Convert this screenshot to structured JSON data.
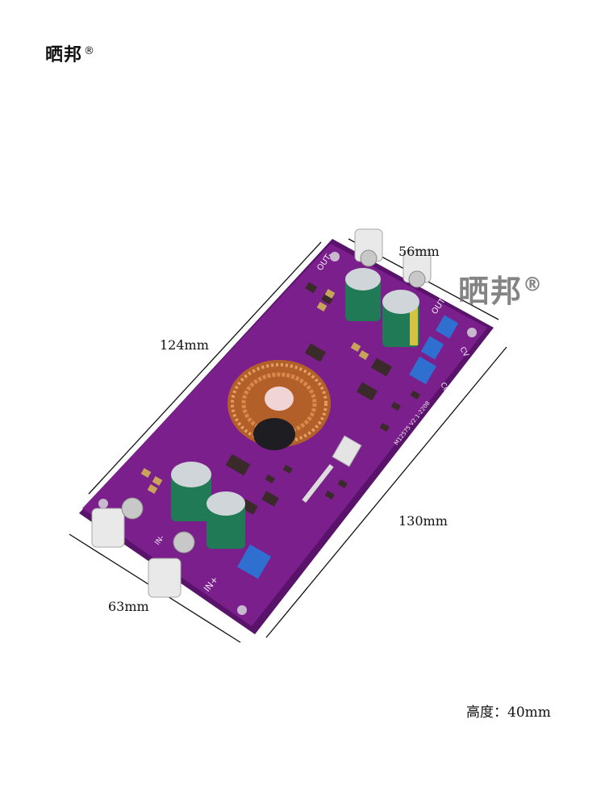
{
  "brand": {
    "logo_text": "晒邦",
    "registered_mark": "®"
  },
  "watermark": {
    "text": "晒邦",
    "registered_mark": "®"
  },
  "dimensions": {
    "width_top": "56mm",
    "length_left": "124mm",
    "length_right": "130mm",
    "width_bottom": "63mm",
    "height_note": "高度：40mm"
  },
  "board": {
    "silkscreen_model": "M12575 V2.1-2208",
    "label_out_minus": "OUT-",
    "label_out_plus": "OUT+",
    "label_in_plus": "IN+",
    "label_in_minus": "IN-",
    "label_cc": "CC",
    "label_cv": "CV",
    "colors": {
      "pcb": "#7a1f8c",
      "pcb_edge": "#5a136a",
      "copper": "#c8743a",
      "capacitor": "#1f7a55",
      "trimmer": "#2f6fd0"
    }
  }
}
